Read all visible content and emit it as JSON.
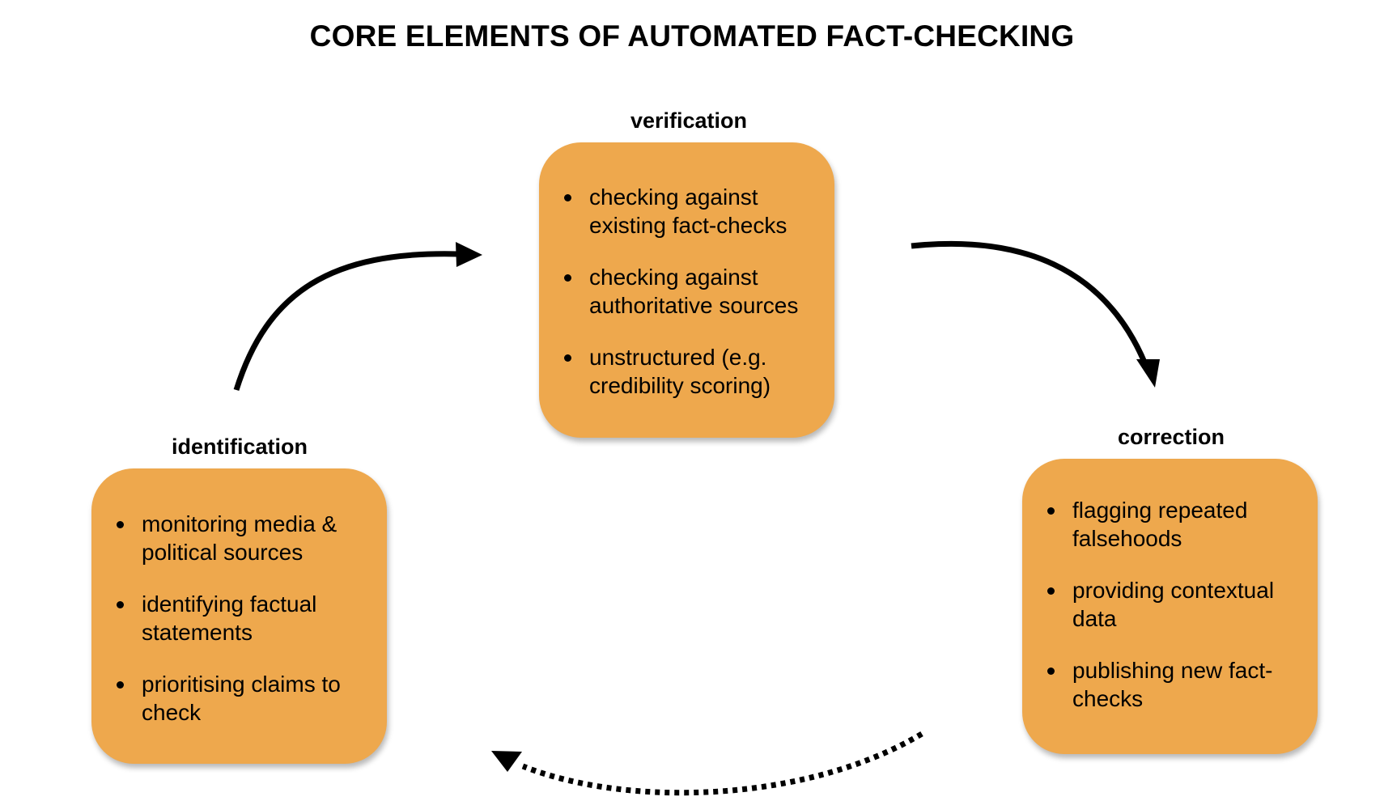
{
  "title": "CORE ELEMENTS OF AUTOMATED FACT-CHECKING",
  "stages": {
    "verification": {
      "label": "verification",
      "items": [
        {
          "line1": "checking against",
          "line2": "existing fact-checks"
        },
        {
          "line1": "checking against",
          "line2": "authoritative sources"
        },
        {
          "line1": "unstructured (e.g.",
          "line2": "credibility scoring)"
        }
      ]
    },
    "identification": {
      "label": "identification",
      "items": [
        {
          "line1": "monitoring media &",
          "line2": "political sources"
        },
        {
          "line1": "identifying factual",
          "line2": "statements"
        },
        {
          "line1": "prioritising claims to",
          "line2": "check"
        }
      ]
    },
    "correction": {
      "label": "correction",
      "items": [
        {
          "line1": "flagging repeated",
          "line2": "falsehoods"
        },
        {
          "line1": "providing contextual",
          "line2": "data"
        },
        {
          "line1": "publishing new fact-",
          "line2": "checks"
        }
      ]
    }
  },
  "colors": {
    "box_fill": "#EEA84D",
    "arrow": "#000000"
  }
}
